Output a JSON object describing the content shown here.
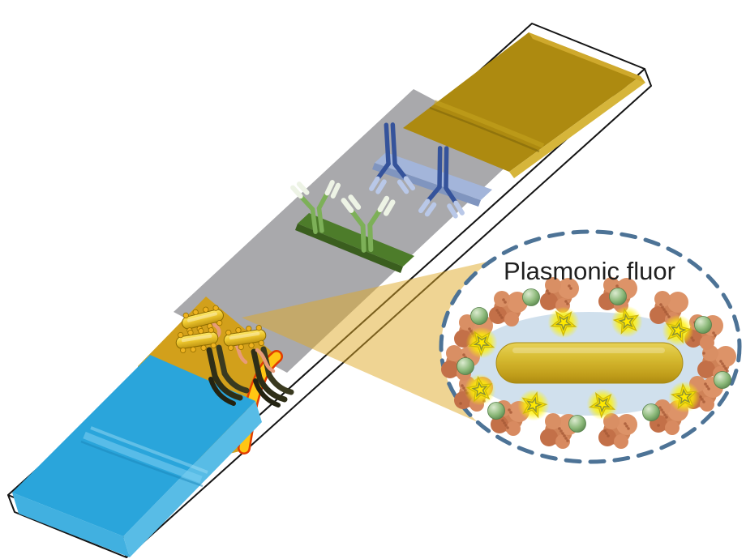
{
  "inset": {
    "label": "Plasmonic fluor"
  },
  "components": {
    "sample-pad": "blue sample pad",
    "conjugate-pad": "gold conjugate pad with plasmonic-fluor detection antibodies",
    "membrane": "gray nitrocellulose membrane",
    "test-line": "green test line with capture antibodies",
    "control-line": "blue control line with capture antibodies",
    "absorbent-pad": "dark gold absorbent pad",
    "inset": "magnified plasmonic fluor nanoparticle"
  },
  "palette": {
    "background": "#ffffff",
    "backing-outline": "#151515",
    "sample-pad-top": "#2aa5db",
    "sample-pad-front": "#58bce6",
    "sample-pad-side": "#41b0e0",
    "conjugate-pad": "#d2a01b",
    "conjugate-pad-edge": "#ffc613",
    "conjugate-pad-edge-outline": "#e23c00",
    "membrane": "#a9a9ac",
    "test-line": "#4d7c2a",
    "test-line-front": "#3a5e1e",
    "control-line": "#a3b5da",
    "control-line-front": "#8095bf",
    "test-antibody": "#7db058",
    "test-antibody-tip": "#edf3e5",
    "control-antibody": "#35539b",
    "control-antibody-tip": "#b9c8e8",
    "detection-antibody": "#2e2e17",
    "linker": "#e79b79",
    "absorbent-pad": "#ad8a10",
    "absorbent-highlight": "#d6b53a",
    "nanorod": "#d2b62a",
    "corona": "#d0845c",
    "fluorophore": "#ffe800",
    "sphere": "#7fae6c",
    "beam": "#dfa928",
    "inset-border": "#4d7396",
    "label": "#1f1f1f"
  }
}
